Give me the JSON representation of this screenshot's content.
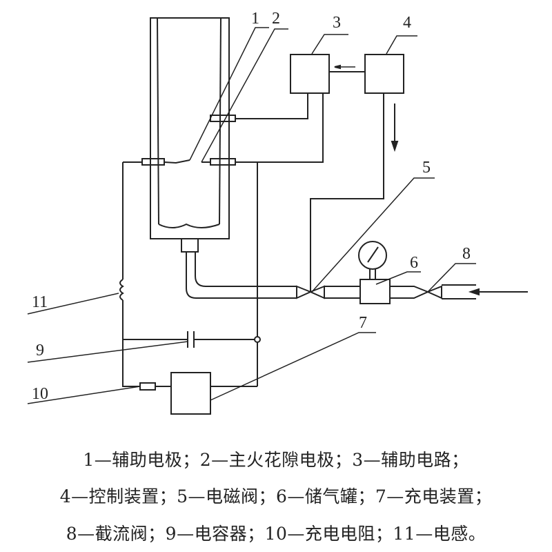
{
  "labels": {
    "l1": "1",
    "l2": "2",
    "l3": "3",
    "l4": "4",
    "l5": "5",
    "l6": "6",
    "l7": "7",
    "l8": "8",
    "l9": "9",
    "l10": "10",
    "l11": "11"
  },
  "caption": [
    "1—辅助电极；2—主火花隙电极；3—辅助电路；",
    "4—控制装置；5—电磁阀；6—储气罐；7—充电装置；",
    "8—截流阀；9—电容器；10—充电电阻；11—电感。"
  ],
  "colors": {
    "line": "#222222",
    "background": "#ffffff"
  }
}
